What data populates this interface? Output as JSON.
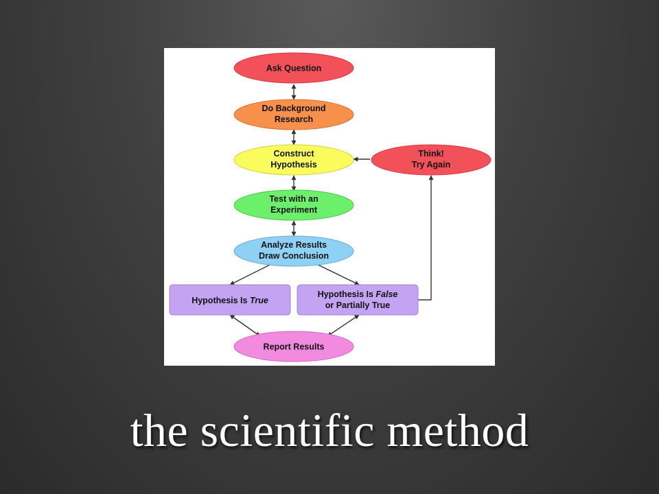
{
  "slide": {
    "title": "the scientific method"
  },
  "diagram": {
    "colors": {
      "red": "#f2515a",
      "orange": "#f6904a",
      "yellow": "#fafc5e",
      "green": "#6cf06c",
      "blue": "#8fd0f5",
      "purple": "#c4a4f2",
      "pink": "#f28ae0",
      "arrow": "#333333"
    },
    "nodes": {
      "ask_question": {
        "lines": [
          "Ask Question"
        ]
      },
      "background_research": {
        "lines": [
          "Do Background",
          "Research"
        ]
      },
      "construct_hypothesis": {
        "lines": [
          "Construct",
          "Hypothesis"
        ]
      },
      "test_experiment": {
        "lines": [
          "Test with an",
          "Experiment"
        ]
      },
      "analyze_results": {
        "lines": [
          "Analyze Results",
          "Draw Conclusion"
        ]
      },
      "hypothesis_true": {
        "prefix": "Hypothesis Is ",
        "emphasis": "True"
      },
      "hypothesis_false": {
        "prefix": "Hypothesis Is ",
        "emphasis": "False",
        "line2": "or Partially True"
      },
      "report_results": {
        "lines": [
          "Report Results"
        ]
      },
      "think_try_again": {
        "lines": [
          "Think!",
          "Try Again"
        ]
      }
    }
  }
}
